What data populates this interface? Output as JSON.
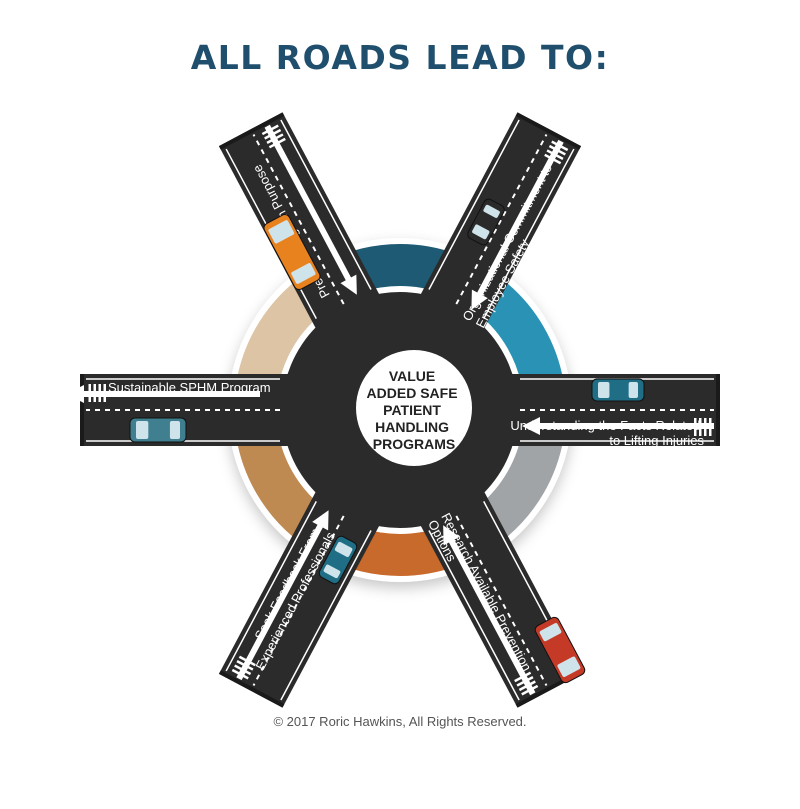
{
  "title": "ALL ROADS LEAD TO:",
  "center": {
    "lines": [
      "VALUE",
      "ADDED SAFE",
      "PATIENT",
      "HANDLING",
      "PROGRAMS"
    ]
  },
  "roads": [
    {
      "id": "purpose",
      "lines": [
        "Precise Program Purpose"
      ]
    },
    {
      "id": "commitment",
      "lines": [
        "Organizational Commitment to",
        "Employee Safety"
      ]
    },
    {
      "id": "sustainable",
      "lines": [
        "Sustainable SPHM Program"
      ]
    },
    {
      "id": "facts",
      "lines": [
        "Understanding the Facts Related",
        "to Lifting Injuries"
      ]
    },
    {
      "id": "feedback",
      "lines": [
        "Seek Feedback From",
        "Experienced Professionals"
      ]
    },
    {
      "id": "research",
      "lines": [
        "Research Available Prevention",
        "Options"
      ]
    }
  ],
  "colors": {
    "title": "#1f4f6d",
    "road": "#2b2b2b",
    "segment_top": "#1e5a73",
    "segment_right_top": "#2a93b5",
    "segment_right_bottom": "#a0a4a7",
    "segment_bottom": "#c86a2c",
    "segment_left_bottom": "#bf8a52",
    "segment_left_top": "#dcc4a4",
    "car_orange": "#e8821e",
    "car_black": "#2a2a2a",
    "car_teal": "#3f7f8f",
    "car_blue": "#1f6e85",
    "car_red": "#c43a26"
  },
  "copyright": "© 2017  Roric Hawkins, All Rights Reserved."
}
